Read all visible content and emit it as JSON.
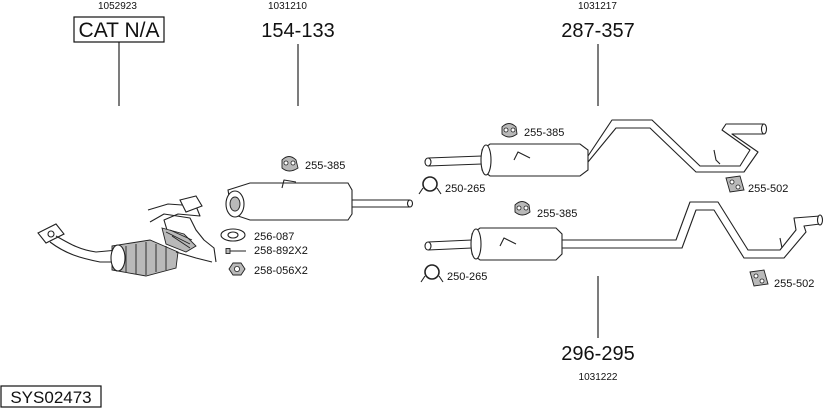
{
  "diagram": {
    "code": "SYS02473",
    "assemblies": [
      {
        "id": "catalyst",
        "ref": "1052923",
        "part": "CAT N/A"
      },
      {
        "id": "front-silencer",
        "ref": "1031210",
        "part": "154-133"
      },
      {
        "id": "rear-silencer-a",
        "ref": "1031217",
        "part": "287-357"
      },
      {
        "id": "rear-silencer-b",
        "ref": "1031222",
        "part": "296-295"
      }
    ],
    "parts": {
      "hanger_front": "255-385",
      "gasket": "256-087",
      "bolt": "258-892X2",
      "nut": "258-056X2",
      "hanger_rear_a": "255-385",
      "clamp_a": "250-265",
      "rubber_a": "255-502",
      "hanger_rear_b": "255-385",
      "clamp_b": "250-265",
      "rubber_b": "255-502"
    }
  },
  "colors": {
    "line": "#222222",
    "shade": "#b9b9b9",
    "background": "#ffffff"
  }
}
